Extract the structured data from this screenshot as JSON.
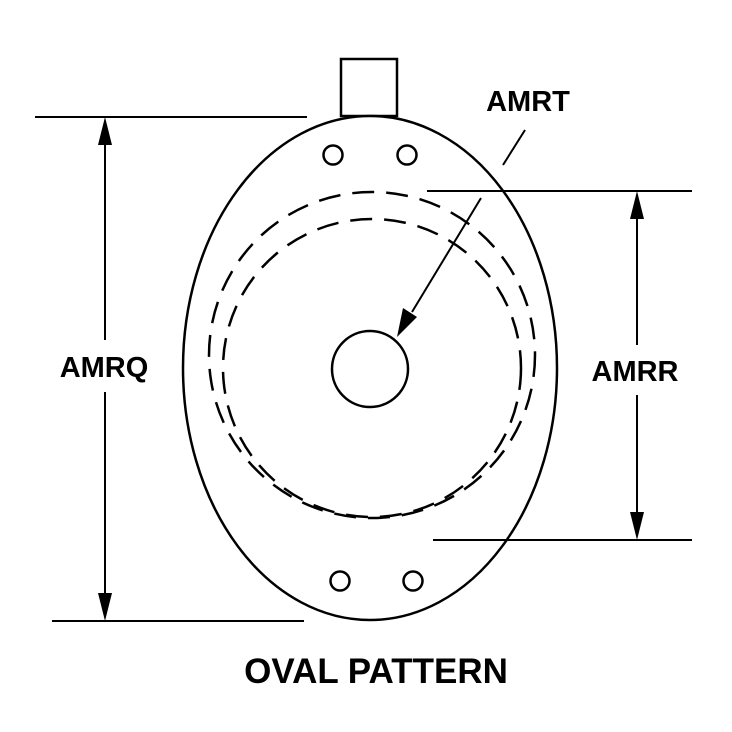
{
  "diagram": {
    "labels": {
      "amrt": "AMRT",
      "amrq": "AMRQ",
      "amrr": "AMRR"
    },
    "caption": "OVAL PATTERN"
  },
  "colors": {
    "ink": "#000000",
    "background": "#ffffff"
  }
}
